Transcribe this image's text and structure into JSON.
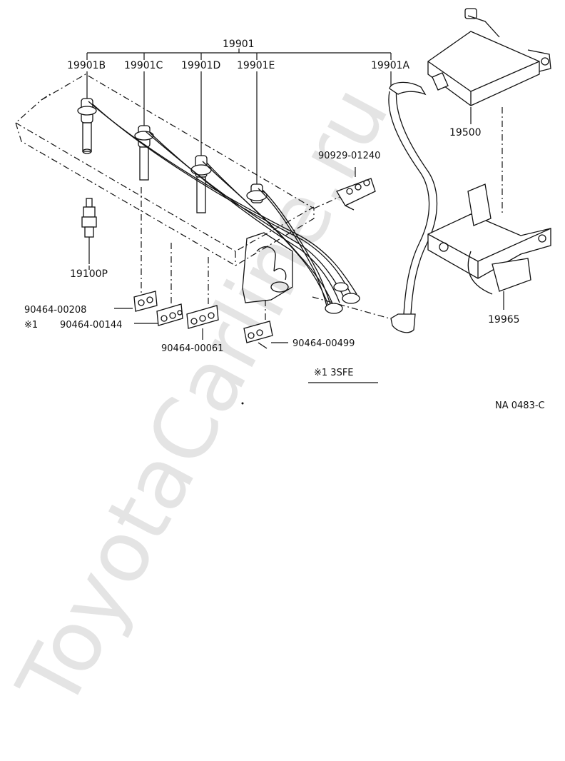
{
  "labels": {
    "set": "19901",
    "cord_a": "19901A",
    "cord_b": "19901B",
    "cord_c": "19901C",
    "cord_d": "19901D",
    "cord_e": "19901E",
    "plug": "19100P",
    "clamp_1240": "90929-01240",
    "coil": "19500",
    "bracket": "19965",
    "clamp_208": "90464-00208",
    "clamp_144": "90464-00144",
    "clamp_144_mark": "※1",
    "clamp_61": "90464-00061",
    "clamp_499": "90464-00499",
    "note": "※1 3SFE",
    "code": "NA 0483-C"
  },
  "watermark": "ToyotaCarline.ru"
}
